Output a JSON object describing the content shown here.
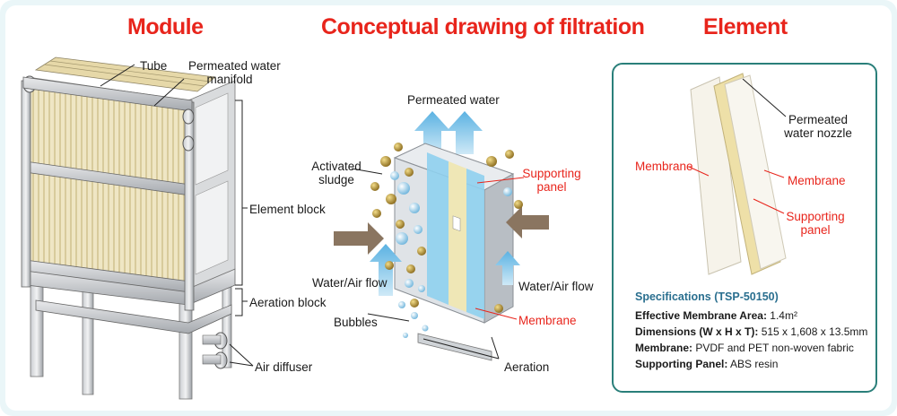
{
  "titles": {
    "module": "Module",
    "conceptual": "Conceptual drawing of filtration",
    "element": "Element"
  },
  "module_labels": {
    "tube": "Tube",
    "permeated_water_manifold": [
      "Permeated water",
      "manifold"
    ],
    "element_block": "Element block",
    "aeration_block": "Aeration block",
    "air_diffuser": "Air diffuser"
  },
  "concept_labels": {
    "permeated_water": "Permeated water",
    "activated_sludge": [
      "Activated",
      "sludge"
    ],
    "supporting_panel": [
      "Supporting",
      "panel"
    ],
    "water_air_flow_left": "Water/Air flow",
    "water_air_flow_right": "Water/Air flow",
    "membrane": "Membrane",
    "bubbles": "Bubbles",
    "aeration": "Aeration"
  },
  "element_labels": {
    "permeated_water_nozzle": [
      "Permeated",
      "water nozzle"
    ],
    "membrane_left": "Membrane",
    "membrane_right": "Membrane",
    "supporting_panel": [
      "Supporting",
      "panel"
    ]
  },
  "specifications": {
    "heading": "Specifications (TSP-50150)",
    "rows": [
      {
        "key": "Effective Membrane Area:",
        "value": "1.4m²"
      },
      {
        "key": "Dimensions (W x H x T):",
        "value": "515 x 1,608 x 13.5mm"
      },
      {
        "key": "Membrane:",
        "value": "PVDF and PET non-woven fabric"
      },
      {
        "key": "Supporting Panel:",
        "value": "ABS resin"
      }
    ]
  },
  "colors": {
    "title_red": "#e8251c",
    "frame_teal": "#2a7f7a",
    "arrow_blue": "#7cc3e8",
    "arrow_brown": "#8a7560",
    "spec_blue": "#2a6f8f"
  }
}
